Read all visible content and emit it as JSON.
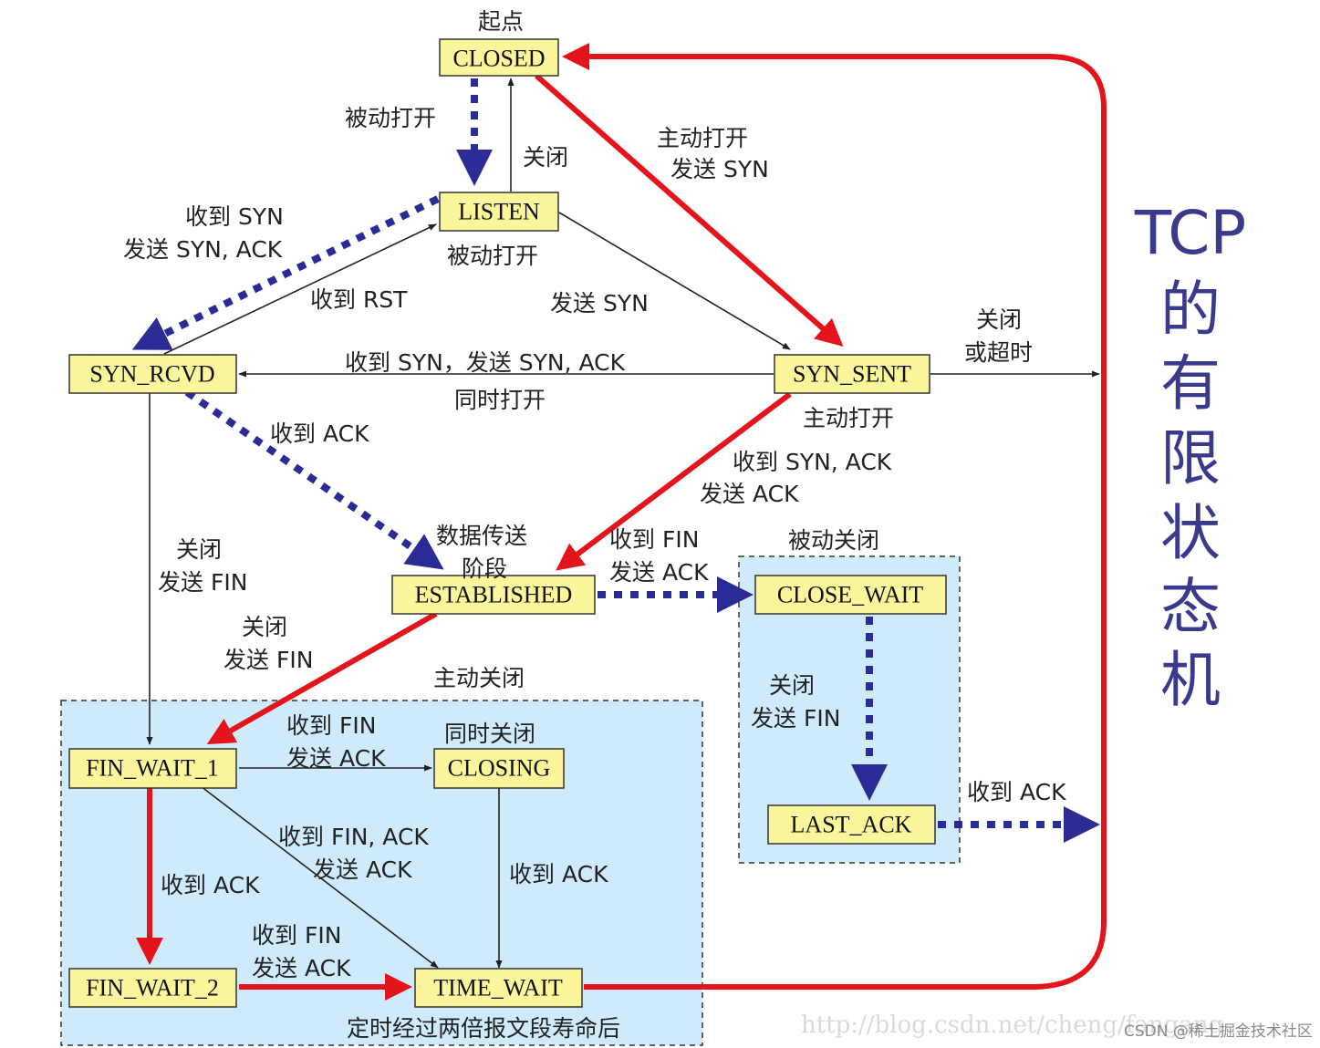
{
  "title_vertical": [
    "TCP",
    "的",
    "有",
    "限",
    "状",
    "态",
    "机"
  ],
  "states": {
    "closed": "CLOSED",
    "listen": "LISTEN",
    "syn_rcvd": "SYN_RCVD",
    "syn_sent": "SYN_SENT",
    "established": "ESTABLISHED",
    "close_wait": "CLOSE_WAIT",
    "last_ack": "LAST_ACK",
    "fin_wait_1": "FIN_WAIT_1",
    "closing": "CLOSING",
    "fin_wait_2": "FIN_WAIT_2",
    "time_wait": "TIME_WAIT"
  },
  "labels": {
    "start": "起点",
    "passive_open_1": "被动打开",
    "close_1": "关闭",
    "active_open_send_syn": [
      "主动打开",
      "发送 SYN"
    ],
    "recv_syn_send_synack": [
      "收到 SYN",
      "发送 SYN, ACK"
    ],
    "passive_open_2": "被动打开",
    "recv_rst": "收到 RST",
    "send_syn": "发送 SYN",
    "close_or_timeout": [
      "关闭",
      "或超时"
    ],
    "simul_recv": "收到 SYN，发送 SYN, ACK",
    "simul_open": "同时打开",
    "active_open_2": "主动打开",
    "recv_ack_1": "收到 ACK",
    "recv_synack_send_ack": [
      "收到 SYN, ACK",
      "发送 ACK"
    ],
    "data_transfer": [
      "数据传送",
      "阶段"
    ],
    "recv_fin_send_ack_1": [
      "收到 FIN",
      "发送 ACK"
    ],
    "passive_close": "被动关闭",
    "close_send_fin_1": [
      "关闭",
      "发送 FIN"
    ],
    "close_send_fin_2": [
      "关闭",
      "发送 FIN"
    ],
    "active_close": "主动关闭",
    "close_send_fin_3": [
      "关闭",
      "发送 FIN"
    ],
    "recv_fin_send_ack_2": [
      "收到 FIN",
      "发送 ACK"
    ],
    "simul_close": "同时关闭",
    "recv_ack_2": "收到 ACK",
    "recv_finack_send_ack": [
      "收到 FIN, ACK",
      "发送 ACK"
    ],
    "recv_ack_3": "收到 ACK",
    "recv_ack_4": "收到 ACK",
    "recv_fin_send_ack_3": [
      "收到 FIN",
      "发送 ACK"
    ],
    "timeout_2msl": "定时经过两倍报文段寿命后"
  },
  "watermark": "http://blog.csdn.net/cheng/fangang",
  "csdn_credit": "CSDN @稀土掘金技术社区",
  "colors": {
    "state_fill": "#fbf59b",
    "region_fill": "#cfeafb",
    "client_path": "#e3141b",
    "server_path": "#2b2b96",
    "title": "#3a3a8c"
  }
}
